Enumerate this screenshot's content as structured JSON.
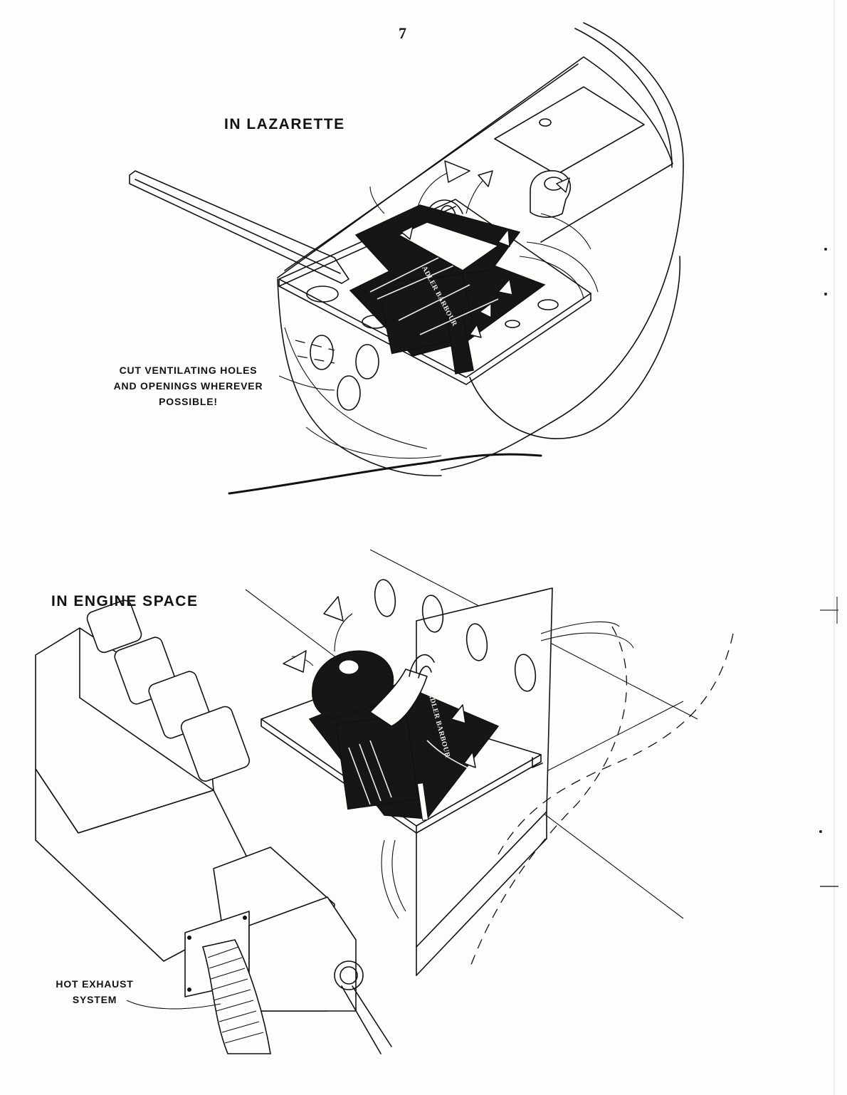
{
  "page": {
    "number": "7"
  },
  "top_illustration": {
    "heading": "IN LAZARETTE",
    "callout_lines": [
      "CUT VENTILATING HOLES",
      "AND OPENINGS WHEREVER",
      "POSSIBLE!"
    ],
    "unit_brand": "ADLER BARBOUR"
  },
  "bottom_illustration": {
    "heading": "IN ENGINE SPACE",
    "callout_lines": [
      "HOT EXHAUST",
      "SYSTEM"
    ],
    "unit_brand": "ADLER BARBOUR"
  }
}
